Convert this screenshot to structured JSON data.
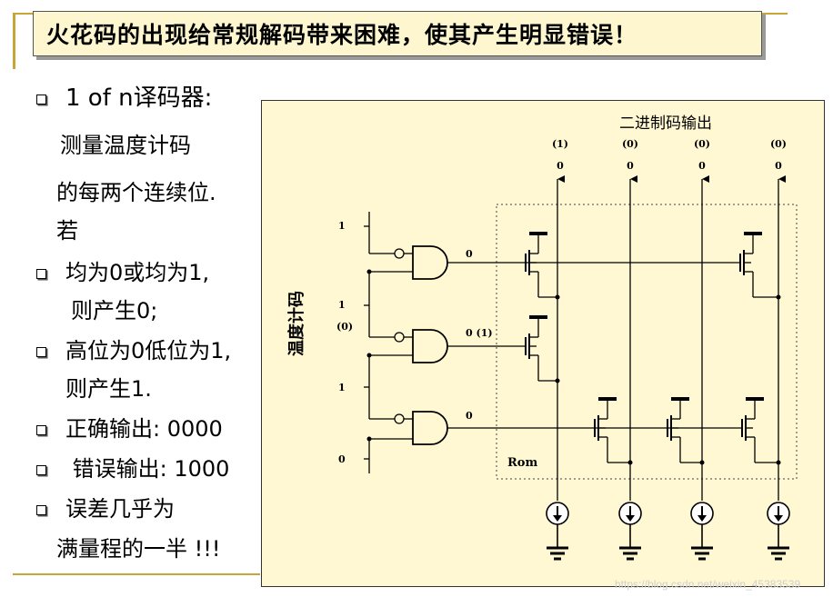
{
  "title": "火花码的出现给常规解码带来困难，使其产生明显错误！",
  "left_text": {
    "heading": "1 of n译码器:",
    "lines": [
      "测量温度计码",
      "的每两个连续位.",
      "若"
    ],
    "bullets": [
      {
        "line1": "均为0或均为1,",
        "line2": "则产生0;"
      },
      {
        "line1": "高位为0低位为1,",
        "line2": "则产生1."
      },
      {
        "line1": "正确输出: 0000"
      },
      {
        "line1": " 错误输出: 1000"
      },
      {
        "line1": "误差几乎为",
        "line2": "满量程的一半 !!!"
      }
    ]
  },
  "diagram": {
    "output_title": "二进制码输出",
    "output_labels_top": [
      "(1)",
      "(0)",
      "(0)",
      "(0)"
    ],
    "output_labels_bottom": [
      "0",
      "0",
      "0",
      "0"
    ],
    "vertical_label": "温度计码",
    "input_labels": [
      "1",
      "1",
      "(0)",
      "1",
      "0"
    ],
    "gate_outputs": [
      "0",
      "0 (1)",
      "0"
    ],
    "rom_label": "Rom"
  },
  "watermark": "https://blog.csdn.net/weixin_45383539"
}
